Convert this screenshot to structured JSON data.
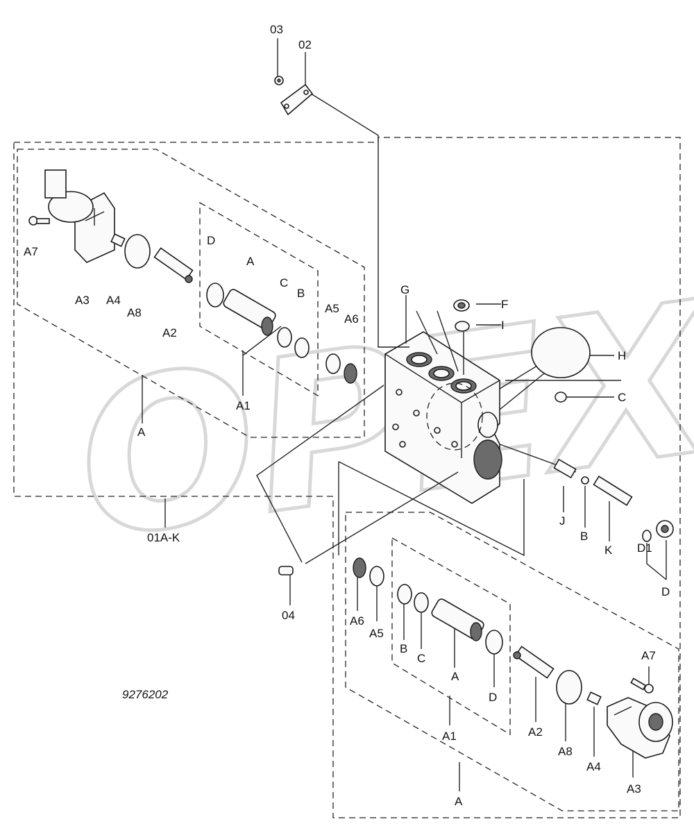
{
  "watermark": "OPEX",
  "drawing_code": "9276202",
  "labels": {
    "p03": "03",
    "p02": "02",
    "p01": "01A-K",
    "p04": "04",
    "A7": "A7",
    "A3": "A3",
    "A4": "A4",
    "A8": "A8",
    "A2": "A2",
    "A1": "A1",
    "A": "A",
    "A5": "A5",
    "A6": "A6",
    "B": "B",
    "C": "C",
    "D": "D",
    "D1": "D1",
    "F": "F",
    "G": "G",
    "H": "H",
    "I": "I",
    "J": "J",
    "K": "K"
  }
}
